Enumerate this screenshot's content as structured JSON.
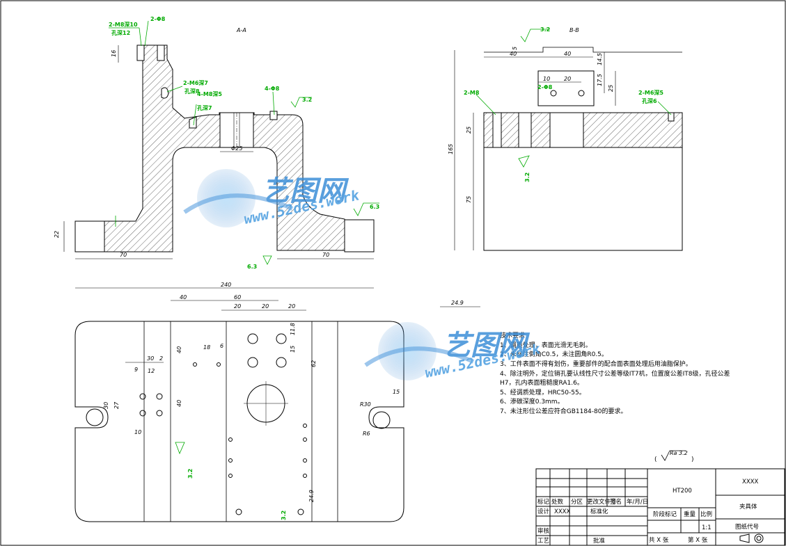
{
  "views": {
    "section_aa_label": "A-A",
    "section_bb_label": "B-B"
  },
  "dimensions_aa": {
    "base_height": "22",
    "left_width": "70",
    "right_width": "70",
    "bore": "Φ25",
    "top_h": "16"
  },
  "dimensions_bb": {
    "w1": "40",
    "w2": "40",
    "h_total": "165",
    "h_top": "14.5",
    "h_25a": "25",
    "h_25b": "25",
    "h_75": "75",
    "h_17": "17.5",
    "d10": "10",
    "d20": "20",
    "d5": "5"
  },
  "dimensions_plan": {
    "total": "240",
    "d40": "40",
    "d60": "60",
    "d20a": "20",
    "d20b": "20",
    "d20c": "20",
    "d249": "24.9",
    "d30": "30",
    "d2": "2",
    "d9": "9",
    "d12": "12",
    "d18": "18",
    "d6": "6",
    "d40v": "40",
    "d40v2": "40",
    "d62": "62",
    "d118": "11.8",
    "d15": "15",
    "r30": "R30",
    "r6": "R6",
    "d10": "10",
    "d27": "27",
    "d30v": "30",
    "d249b": "24.9",
    "d15b": "15"
  },
  "annotations": {
    "hole1": "2-M8深10",
    "hole1b": "孔深12",
    "hole2": "2-Φ8",
    "hole3": "2-M6深7",
    "hole3b": "孔深8",
    "hole4": "4-M8深5",
    "hole4b": "孔深7",
    "hole5": "4-Φ8",
    "hole6": "2-M6深5",
    "hole6b": "孔深6",
    "hole7": "2-M8",
    "hole8": "2-Φ8",
    "rough1": "3.2",
    "rough2": "6.3",
    "rough3": "6.3",
    "rough4": "3.2",
    "rough5": "3.2",
    "rough6": "3.2",
    "rough7": "3.2"
  },
  "tech_requirements": {
    "title": "技术要求",
    "items": [
      "1、调质处理，表面光滑无毛刺。",
      "2、未标注倒角C0.5，未注圆角R0.5。",
      "3、工件表面不得有划伤，重要部件的配合面表面处理后用油脂保护。",
      "4、除注明外，定位销孔要认线性尺寸公差等级IT7机，位置度公差IT8级，孔径公差",
      "H7，孔内表面粗糙度RA1.6。",
      "5、经调质处理，HRC50-55。",
      "6、渗碳深度0.3mm。",
      "7、未注形位公差应符合GB1184-80的要求。"
    ]
  },
  "roughness_general": "Ra 3.2",
  "title_block": {
    "material": "HT200",
    "company": "XXXX",
    "part_name": "夹具体",
    "drawing_code_label": "图纸代号",
    "mark": "标记",
    "count": "处数",
    "zone": "分区",
    "change_doc": "更改文件号",
    "sign": "签名",
    "date": "年/月/日",
    "design": "设计",
    "designer": "XXXX",
    "standardize": "标准化",
    "stage_mark": "阶段标记",
    "weight": "重量",
    "scale_label": "比例",
    "scale": "1:1",
    "review": "审核",
    "process": "工艺",
    "approve": "批准",
    "sheets_total": "共 X 张",
    "sheet_no": "第 X 张"
  },
  "watermark": {
    "brand": "艺图网",
    "url": "www.52des.work"
  },
  "colors": {
    "line": "#000000",
    "annotation": "#00aa00",
    "watermark": "#3d8fd8"
  }
}
